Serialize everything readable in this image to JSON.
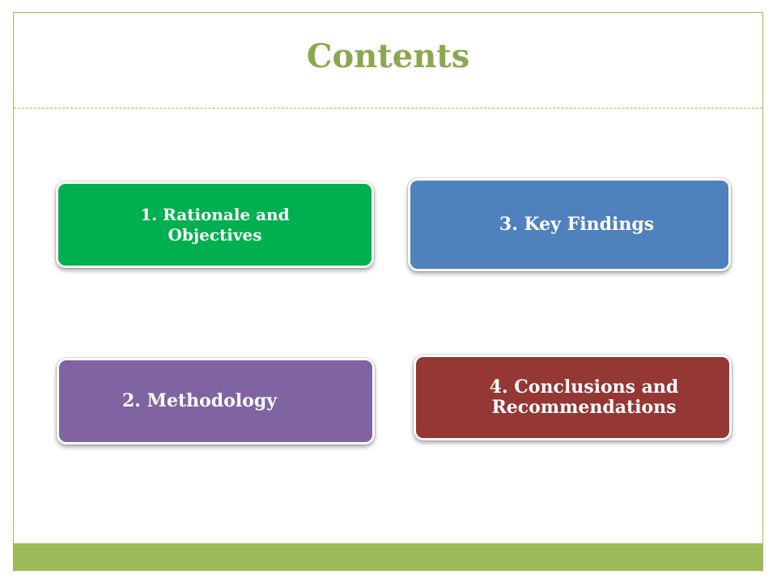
{
  "slide": {
    "title": "Contents",
    "items": [
      {
        "label": "1. Rationale and Objectives",
        "color": "#00b050"
      },
      {
        "label": "2. Methodology",
        "color": "#8064a2"
      },
      {
        "label": "3.  Key Findings",
        "color": "#4f81bd"
      },
      {
        "label": "4. Conclusions and Recommendations",
        "color": "#953735"
      }
    ],
    "accent_color": "#9bbb59"
  }
}
